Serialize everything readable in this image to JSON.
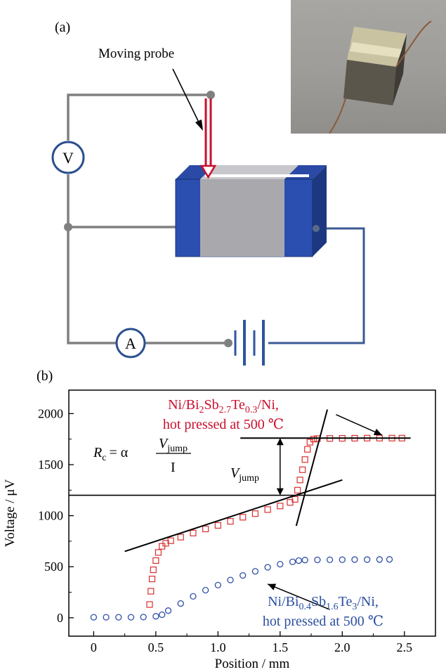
{
  "panel_a": {
    "label": "(a)",
    "probe_label": "Moving probe",
    "voltmeter_symbol": "V",
    "ammeter_symbol": "A"
  },
  "panel_b": {
    "label": "(b)"
  },
  "colors": {
    "wire": "#808080",
    "wire_blue": "#3a5a94",
    "module_dark": "#1f3f8f",
    "module_face": "#2a4fb0",
    "module_center": "#a9a9ad",
    "probe": "#c8102e",
    "series_red": "#d9302e",
    "series_blue": "#2e4fa8",
    "fit_line": "#000000"
  },
  "chart_data": {
    "type": "scatter",
    "xlabel": "Position / mm",
    "ylabel": "Voltage / μV",
    "xlim": [
      -0.2,
      2.75
    ],
    "ylim": [
      -180,
      2230
    ],
    "xticks": [
      0,
      0.5,
      1.0,
      1.5,
      2.0,
      2.5
    ],
    "xtick_labels": [
      "0",
      "0.5",
      "1.0",
      "1.5",
      "2.0",
      "2.5"
    ],
    "yticks": [
      0,
      500,
      1000,
      1500,
      2000
    ],
    "ytick_labels": [
      "0",
      "500",
      "1000",
      "1500",
      "2000"
    ],
    "grid": false,
    "series": [
      {
        "marker": "open-square",
        "color": "#d9302e",
        "label_parts": [
          "Ni/Bi",
          "2",
          "Sb",
          "2.7",
          "Te",
          "0.3",
          "/Ni,"
        ],
        "label_line2": "hot pressed at 500 ℃",
        "points": [
          [
            0.45,
            130
          ],
          [
            0.46,
            260
          ],
          [
            0.47,
            380
          ],
          [
            0.48,
            470
          ],
          [
            0.5,
            560
          ],
          [
            0.52,
            640
          ],
          [
            0.55,
            700
          ],
          [
            0.58,
            730
          ],
          [
            0.62,
            755
          ],
          [
            0.7,
            790
          ],
          [
            0.8,
            830
          ],
          [
            0.9,
            870
          ],
          [
            1.0,
            905
          ],
          [
            1.1,
            945
          ],
          [
            1.2,
            985
          ],
          [
            1.3,
            1020
          ],
          [
            1.4,
            1060
          ],
          [
            1.5,
            1095
          ],
          [
            1.58,
            1130
          ],
          [
            1.62,
            1160
          ],
          [
            1.64,
            1250
          ],
          [
            1.66,
            1350
          ],
          [
            1.68,
            1450
          ],
          [
            1.7,
            1550
          ],
          [
            1.72,
            1650
          ],
          [
            1.74,
            1720
          ],
          [
            1.77,
            1750
          ],
          [
            1.8,
            1755
          ],
          [
            1.9,
            1757
          ],
          [
            2.0,
            1758
          ],
          [
            2.1,
            1759
          ],
          [
            2.2,
            1760
          ],
          [
            2.3,
            1760
          ],
          [
            2.4,
            1760
          ],
          [
            2.48,
            1760
          ]
        ]
      },
      {
        "marker": "open-circle",
        "color": "#2e4fa8",
        "label_parts": [
          "Ni/Bi",
          "0.4",
          "Sb",
          "1.6",
          "Te",
          "3",
          "/Ni,"
        ],
        "label_line2": "hot pressed at 500 ℃",
        "points": [
          [
            0.0,
            5
          ],
          [
            0.1,
            5
          ],
          [
            0.2,
            5
          ],
          [
            0.3,
            5
          ],
          [
            0.4,
            7
          ],
          [
            0.5,
            15
          ],
          [
            0.55,
            30
          ],
          [
            0.6,
            70
          ],
          [
            0.7,
            140
          ],
          [
            0.8,
            210
          ],
          [
            0.9,
            270
          ],
          [
            1.0,
            320
          ],
          [
            1.1,
            370
          ],
          [
            1.2,
            415
          ],
          [
            1.3,
            455
          ],
          [
            1.4,
            495
          ],
          [
            1.5,
            525
          ],
          [
            1.6,
            548
          ],
          [
            1.65,
            560
          ],
          [
            1.7,
            565
          ],
          [
            1.8,
            567
          ],
          [
            1.9,
            568
          ],
          [
            2.0,
            569
          ],
          [
            2.1,
            570
          ],
          [
            2.2,
            570
          ],
          [
            2.3,
            571
          ],
          [
            2.38,
            572
          ]
        ]
      }
    ],
    "fit_lines": [
      {
        "from": [
          0.25,
          650
        ],
        "to": [
          2.0,
          1350
        ]
      },
      {
        "from": [
          1.63,
          900
        ],
        "to": [
          1.88,
          2040
        ]
      },
      {
        "from": [
          1.18,
          1760
        ],
        "to": [
          2.55,
          1760
        ]
      }
    ],
    "reference_line": {
      "y": 1200
    },
    "jump_arrow": {
      "x": 1.5,
      "y1": 1200,
      "y2": 1760
    },
    "red_pointer": {
      "from": [
        1.95,
        1990
      ],
      "to": [
        2.32,
        1790
      ]
    },
    "blue_pointer": {
      "from": [
        1.9,
        80
      ],
      "to": [
        1.4,
        330
      ]
    },
    "formula": {
      "lhs": "R",
      "lhs_sub": "c",
      "eq": "= α",
      "numerator": "V",
      "numerator_sub": "jump",
      "denominator": "I"
    },
    "vjump_label": {
      "main": "V",
      "sub": "jump"
    }
  }
}
